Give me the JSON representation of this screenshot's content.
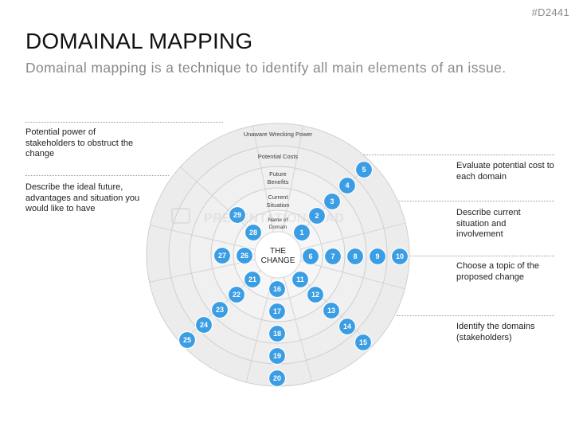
{
  "header": {
    "code": "#D2441",
    "title": "DOMAINAL MAPPING",
    "subtitle": "Domainal mapping is a technique to identify all main elements of an issue."
  },
  "watermark": "PRESENTATIONLOAD",
  "left_notes": {
    "obstruct": "Potential power of stakeholders to obstruct the change",
    "future": "Describe the ideal future, advantages and situation you would like to have"
  },
  "right_notes": {
    "cost": "Evaluate potential cost to each domain",
    "situation": "Describe current situation and involvement",
    "topic": "Choose a topic of the proposed change",
    "domains": "Identify the domains (stakeholders)"
  },
  "wheel": {
    "center_line1": "THE",
    "center_line2": "CHANGE",
    "rings": [
      "Unaware Wrecking Power",
      "Potential Costs",
      "Future",
      "Benefits",
      "Current",
      "Situation",
      "Name of",
      "Domain"
    ],
    "circle_color": "#3b9de3",
    "numbers": [
      "1",
      "2",
      "3",
      "4",
      "5",
      "6",
      "7",
      "8",
      "9",
      "10",
      "11",
      "12",
      "13",
      "14",
      "15",
      "16",
      "17",
      "18",
      "19",
      "20",
      "21",
      "22",
      "23",
      "24",
      "25",
      "26",
      "27",
      "28",
      "29"
    ]
  }
}
